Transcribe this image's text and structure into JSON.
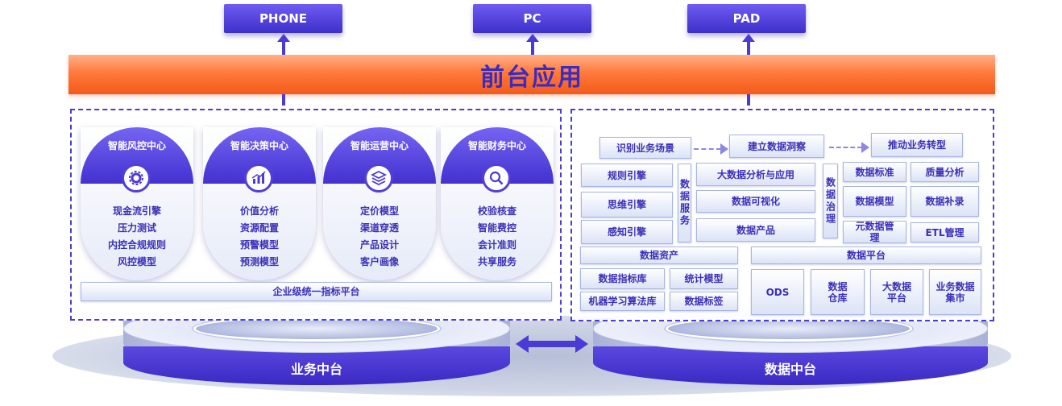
{
  "devices": [
    {
      "label": "PHONE"
    },
    {
      "label": "PC"
    },
    {
      "label": "PAD"
    }
  ],
  "front_app": {
    "title": "前台应用"
  },
  "left_panel": {
    "centers": [
      {
        "title": "智能风控中心",
        "icon": "gear-icon",
        "items": [
          "现金流引擎",
          "压力测试",
          "内控合规规则",
          "风控模型"
        ]
      },
      {
        "title": "智能决策中心",
        "icon": "chart-icon",
        "items": [
          "价值分析",
          "资源配置",
          "预警模型",
          "预测模型"
        ]
      },
      {
        "title": "智能运营中心",
        "icon": "layers-icon",
        "items": [
          "定价模型",
          "渠道穿透",
          "产品设计",
          "客户画像"
        ]
      },
      {
        "title": "智能财务中心",
        "icon": "search-icon",
        "items": [
          "校验核查",
          "智能费控",
          "会计准则",
          "共享服务"
        ]
      }
    ],
    "unified_platform": "企业级统一指标平台"
  },
  "right_panel": {
    "flow": [
      "识别业务场景",
      "建立数据洞察",
      "推动业务转型"
    ],
    "engines": [
      "规则引擎",
      "思维引擎",
      "感知引擎"
    ],
    "data_service": "数据服务",
    "analysis": [
      "大数据分析与应用",
      "数据可视化",
      "数据产品"
    ],
    "data_governance": "数据治理",
    "governance_items": [
      "数据标准",
      "质量分析",
      "数据模型",
      "数据补录",
      "元数据管理",
      "ETL管理"
    ],
    "data_assets": {
      "title": "数据资产",
      "items": [
        "数据指标库",
        "统计模型",
        "机器学习算法库",
        "数据标签"
      ]
    },
    "data_platform": {
      "title": "数据平台",
      "items": [
        "ODS",
        "数据仓库",
        "大数据平台",
        "业务数据集市"
      ]
    }
  },
  "platforms": {
    "business": "业务中台",
    "data": "数据中台"
  },
  "colors": {
    "primary": "#4b3bd6",
    "accent": "#f35a1a",
    "text": "#3b2fb8"
  }
}
